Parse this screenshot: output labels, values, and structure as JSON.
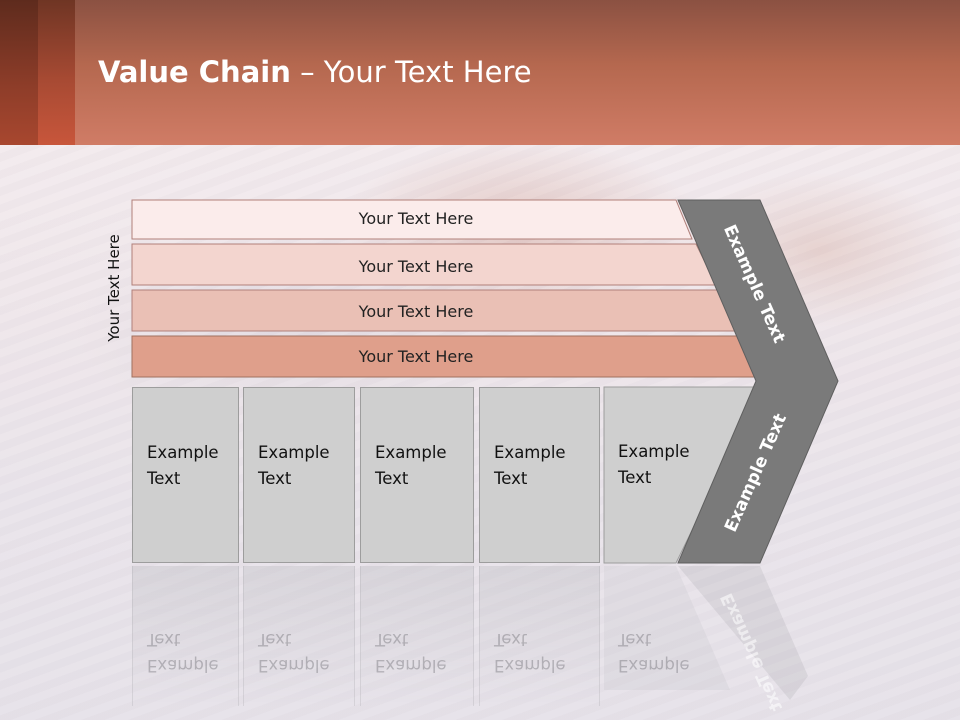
{
  "title": {
    "bold": "Value Chain",
    "rest": " – Your Text Here"
  },
  "side_label": "Your Text Here",
  "bands": [
    {
      "label": "Your Text Here",
      "fill": "#fbeceb"
    },
    {
      "label": "Your Text Here",
      "fill": "#f3d5cf"
    },
    {
      "label": "Your Text Here",
      "fill": "#eac0b5"
    },
    {
      "label": "Your Text Here",
      "fill": "#df9f8b"
    }
  ],
  "boxes": [
    {
      "line1": "Example",
      "line2": "Text"
    },
    {
      "line1": "Example",
      "line2": "Text"
    },
    {
      "line1": "Example",
      "line2": "Text"
    },
    {
      "line1": "Example",
      "line2": "Text"
    },
    {
      "line1": "Example",
      "line2": "Text"
    }
  ],
  "chevron": {
    "top_text": "Example Text",
    "bottom_text": "Example Text",
    "fill": "#7a7a7a"
  },
  "colors": {
    "header": "#c8735d",
    "accent": "#a74a33",
    "box_fill": "#cfcfcf"
  }
}
